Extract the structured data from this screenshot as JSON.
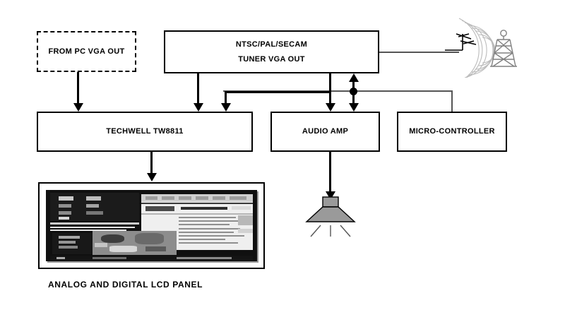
{
  "diagram": {
    "title": "TV tuner / LCD panel block diagram",
    "blocks": {
      "pc_vga": {
        "label": "FROM PC VGA OUT",
        "style": "dashed"
      },
      "tuner": {
        "line1": "NTSC/PAL/SECAM",
        "line2": "TUNER VGA OUT",
        "style": "solid"
      },
      "techwell": {
        "label": "TECHWELL TW8811",
        "style": "solid"
      },
      "audio_amp": {
        "label": "AUDIO AMP",
        "style": "solid"
      },
      "micro": {
        "label": "MICRO-CONTROLLER",
        "style": "solid"
      }
    },
    "caption": "ANALOG AND DIGITAL LCD PANEL",
    "icons": {
      "antenna": "receiving-antenna-icon",
      "waves": "radio-waves-icon",
      "tower": "broadcast-tower-icon",
      "speaker": "speaker-icon",
      "lcd": "lcd-panel-screenshot"
    },
    "colors": {
      "stroke": "#000000",
      "thin_stroke": "#555555",
      "tower": "#808080",
      "waves": "#b0b0b0",
      "speaker_fill": "#999999",
      "background": "#ffffff"
    }
  }
}
